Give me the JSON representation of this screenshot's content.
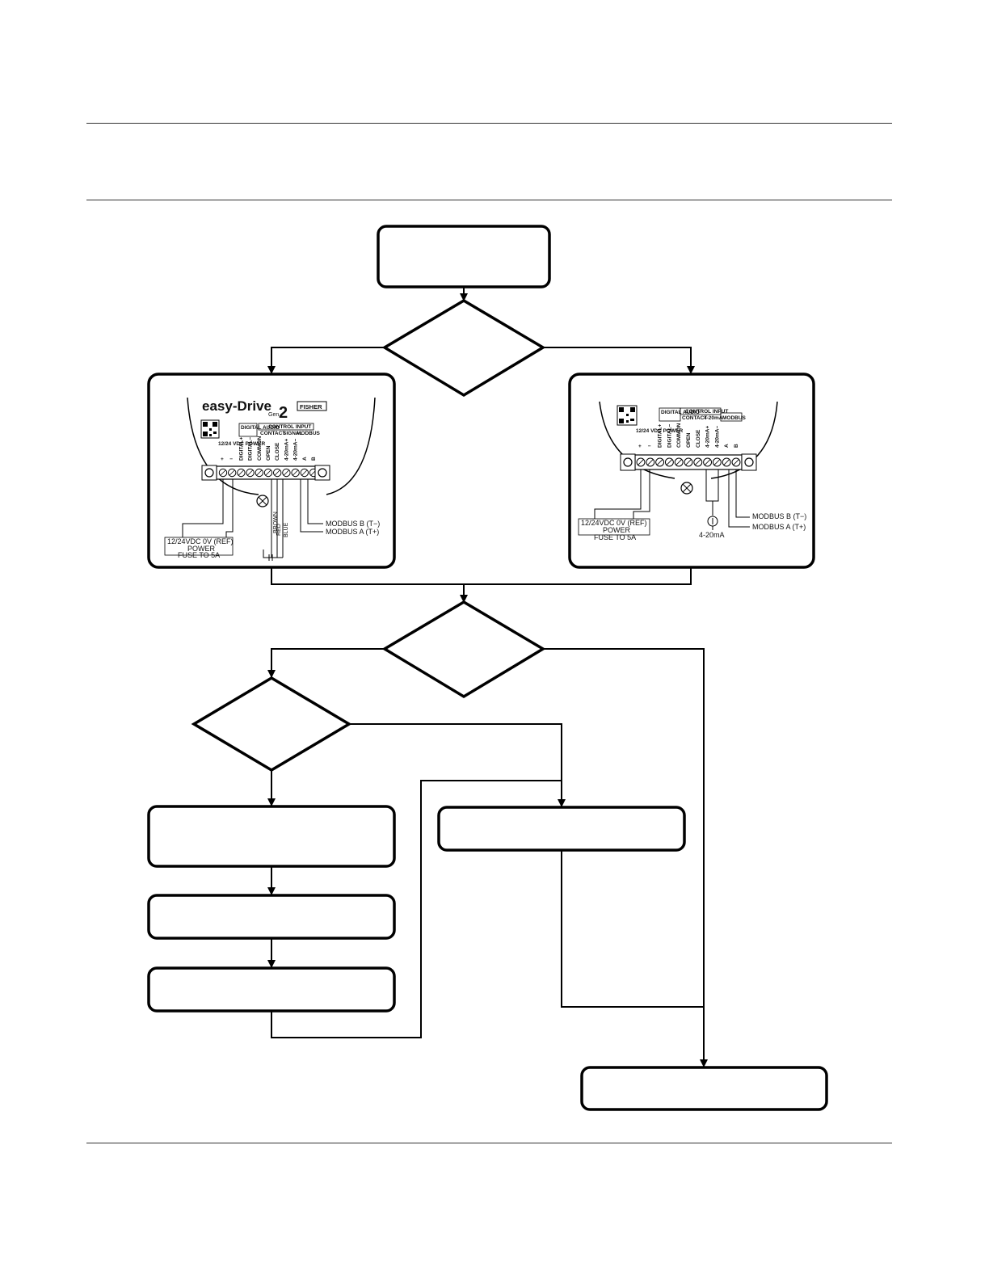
{
  "left_board": {
    "brand": "easy-Drive",
    "gen_label": "Gen",
    "gen_number": "2",
    "badge": "FISHER",
    "header_digital": "DIGITAL AUDIO",
    "header_control": "CONTROL INPUT",
    "header_contact": "CONTACT",
    "header_signal": "SIGNAL",
    "header_modbus": "MODBUS",
    "power_header": "12/24 VDC POWER",
    "terminals": [
      "+",
      "−",
      "DIGITAL+",
      "DIGITAL−",
      "COMMON",
      "OPEN",
      "CLOSE",
      "4-20mA+",
      "4-20mA−",
      "A",
      "B"
    ],
    "callout_power": "12/24VDC    0V (REF)",
    "callout_power_label": "POWER",
    "callout_fuse": "FUSE TO 5A",
    "callout_modbus_b": "MODBUS B (T−)",
    "callout_modbus_a": "MODBUS A (T+)",
    "contact_labels": [
      "BROWN",
      "RED",
      "BLUE"
    ]
  },
  "right_board": {
    "header_digital": "DIGITAL AUDIO",
    "header_control": "CONTROL INPUT",
    "header_contact": "CONTACT",
    "header_signal": "4-20mA",
    "header_modbus": "MODBUS",
    "power_header": "12/24 VDC POWER",
    "terminals": [
      "+",
      "−",
      "DIGITAL+",
      "DIGITAL−",
      "COMMON",
      "OPEN",
      "CLOSE",
      "4-20mA+",
      "4-20mA−",
      "A",
      "B"
    ],
    "callout_power": "12/24VDC    0V (REF)",
    "callout_power_label": "POWER",
    "callout_fuse": "FUSE TO 5A",
    "callout_modbus_b": "MODBUS B (T−)",
    "callout_modbus_a": "MODBUS A (T+)",
    "callout_signal": "4-20mA"
  }
}
